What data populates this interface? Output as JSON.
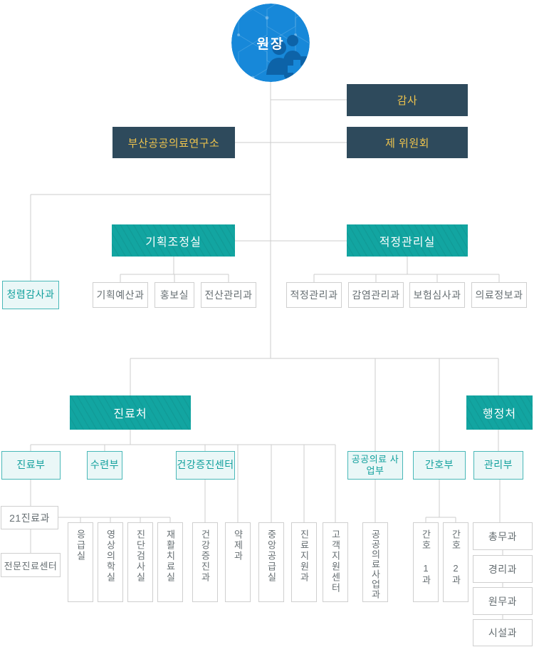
{
  "colors": {
    "root_circle_blue": "#1788d9",
    "root_icon_blue": "#0d63a8",
    "navy_box": "#2e4a5c",
    "gold_text": "#efc44d",
    "teal_box": "#12a5a1",
    "light_teal_bg": "#eaf7f7",
    "light_teal_border": "#49b8b8",
    "light_teal_text": "#12a09d",
    "plain_border": "#cfcfcf",
    "plain_text": "#676f73",
    "connector_line": "#cccccc"
  },
  "root": {
    "label": "원장"
  },
  "level1": {
    "audit": "감사",
    "research": "부산공공의료연구소",
    "committee": "제 위원회"
  },
  "offices": {
    "integrity": "청렴감사과",
    "planning": "기획조정실",
    "appropriate": "적정관리실"
  },
  "planning_children": [
    "기획예산과",
    "홍보실",
    "전산관리과"
  ],
  "appropriate_children": [
    "적정관리과",
    "감염관리과",
    "보험심사과",
    "의료정보과"
  ],
  "divisions": {
    "medical": "진료처",
    "administration": "행정처"
  },
  "departments": [
    "진료부",
    "수련부",
    "건강증진센터",
    "공공의료 사업부",
    "간호부",
    "관리부"
  ],
  "medical_dept_children": [
    "21진료과",
    "전문진료센터"
  ],
  "vertical_units": [
    "응급실",
    "영상의학실",
    "진단검사실",
    "재활치료실",
    "건강증진과",
    "약제과",
    "중앙공급실",
    "진료지원과",
    "고객지원센터",
    "공공의료사업과",
    "간호 1과",
    "간호 2과"
  ],
  "admin_children": [
    "총무과",
    "경리과",
    "원무과",
    "시설과"
  ]
}
